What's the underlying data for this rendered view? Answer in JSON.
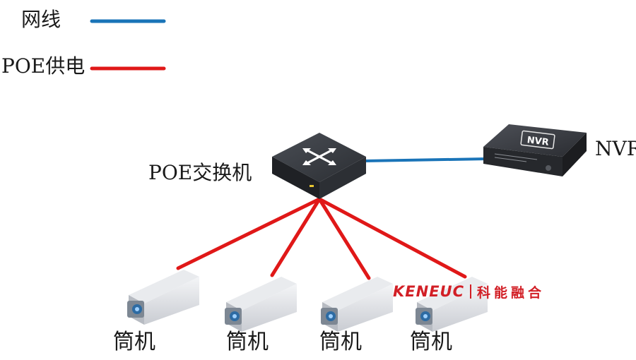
{
  "legend": {
    "network": {
      "label": "网线",
      "color": "#1a74b8"
    },
    "poe": {
      "label": "POE供电",
      "color": "#e01818"
    }
  },
  "switch": {
    "label": "POE交换机"
  },
  "nvr": {
    "label": "NVR",
    "badge": "NVR"
  },
  "cameras": [
    {
      "label": "筒机"
    },
    {
      "label": "筒机"
    },
    {
      "label": "筒机"
    },
    {
      "label": "筒机"
    }
  ],
  "watermark": {
    "latin": "KENEUC",
    "chinese": "科能融合",
    "color": "#d21f26"
  }
}
